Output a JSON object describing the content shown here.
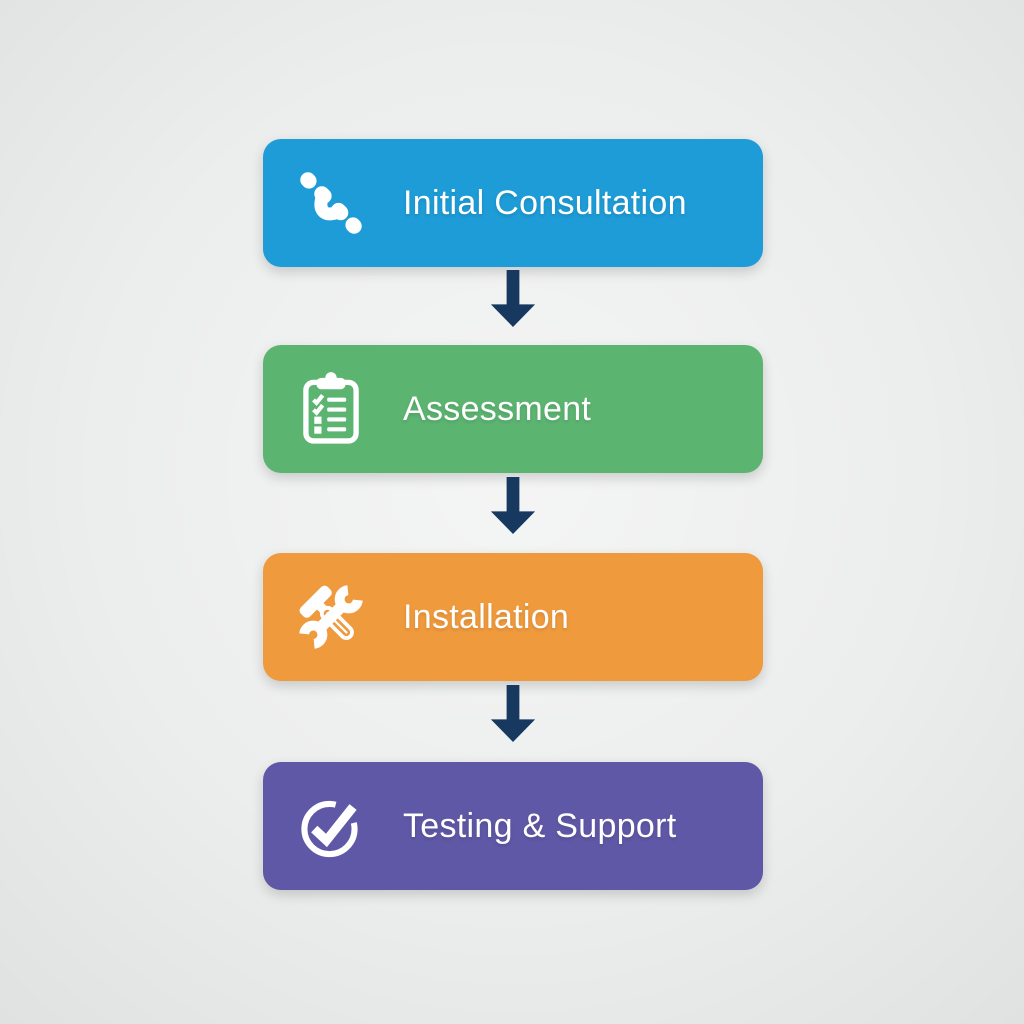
{
  "diagram": {
    "type": "flowchart",
    "direction": "top-down",
    "background_color": "#ECEDED",
    "arrow_color": "#17395F",
    "text_color": "#FFFFFF",
    "steps": [
      {
        "label": "Initial Consultation",
        "icon": "phone-icon",
        "color": "#1E9CD7"
      },
      {
        "label": "Assessment",
        "icon": "clipboard-checklist-icon",
        "color": "#5CB471"
      },
      {
        "label": "Installation",
        "icon": "hammer-wrench-icon",
        "color": "#EF9A3D"
      },
      {
        "label": "Testing & Support",
        "icon": "check-circle-icon",
        "color": "#5F58A6"
      }
    ]
  }
}
